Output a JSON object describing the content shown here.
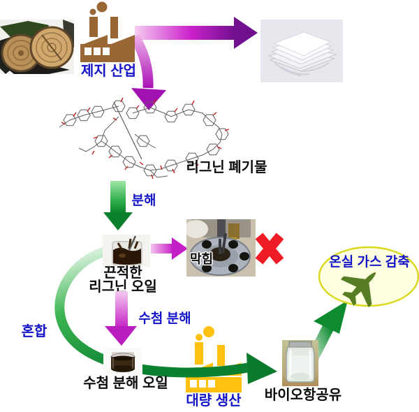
{
  "nodes": {
    "paper_industry": {
      "label": "제지 산업"
    },
    "lignin_waste": {
      "label": "리그닌 폐기물"
    },
    "sticky_lignin_oil": {
      "label_line1": "끈적한",
      "label_line2": "리그닌 오일"
    },
    "engine_clogging": {
      "label": "막힘"
    },
    "hydrocracked_oil": {
      "label": "수첨 분해 오일"
    },
    "mass_production": {
      "label": "대량 생산"
    },
    "bio_jet_fuel": {
      "label": "바이오항공유"
    },
    "ghg_reduction": {
      "label": "온실 가스 감축"
    }
  },
  "edges": {
    "decompose": {
      "label": "분해"
    },
    "hydrocrack": {
      "label": "수첨 분해"
    },
    "mix": {
      "label": "혼합"
    }
  },
  "images": {
    "wood_logs": "wood-logs-photo",
    "paper_stack": "paper-stack-photo",
    "lignin_molecule": "lignin-molecule-structure",
    "sticky_oil": "sticky-lignin-oil-photo",
    "clogged_engine": "clogged-engine-photo",
    "hydro_oil_vial": "hydrocracked-oil-photo",
    "jet_fuel_jar": "bio-jet-fuel-jar-photo"
  },
  "icons": {
    "factory": "factory-icon",
    "airplane": "airplane-icon",
    "x_mark": "✖",
    "arrow": "arrow-icon"
  },
  "colors": {
    "label_blue": "#1414C8",
    "label_black": "#0a0a0a",
    "magenta_light": "#F6CCF2",
    "magenta_mid": "#CC22CC",
    "magenta_dark": "#70108E",
    "green_light": "#C9F2CE",
    "green_mid": "#2FAF4B",
    "green_dark": "#0A7F2C",
    "factory_brown": "#9A6633",
    "factory_yellow": "#FFC010",
    "reject_red": "#EE1C25",
    "ellipse_fill": "#FEFEE0",
    "ellipse_border": "#D9D920",
    "plane_green": "#567D24"
  }
}
